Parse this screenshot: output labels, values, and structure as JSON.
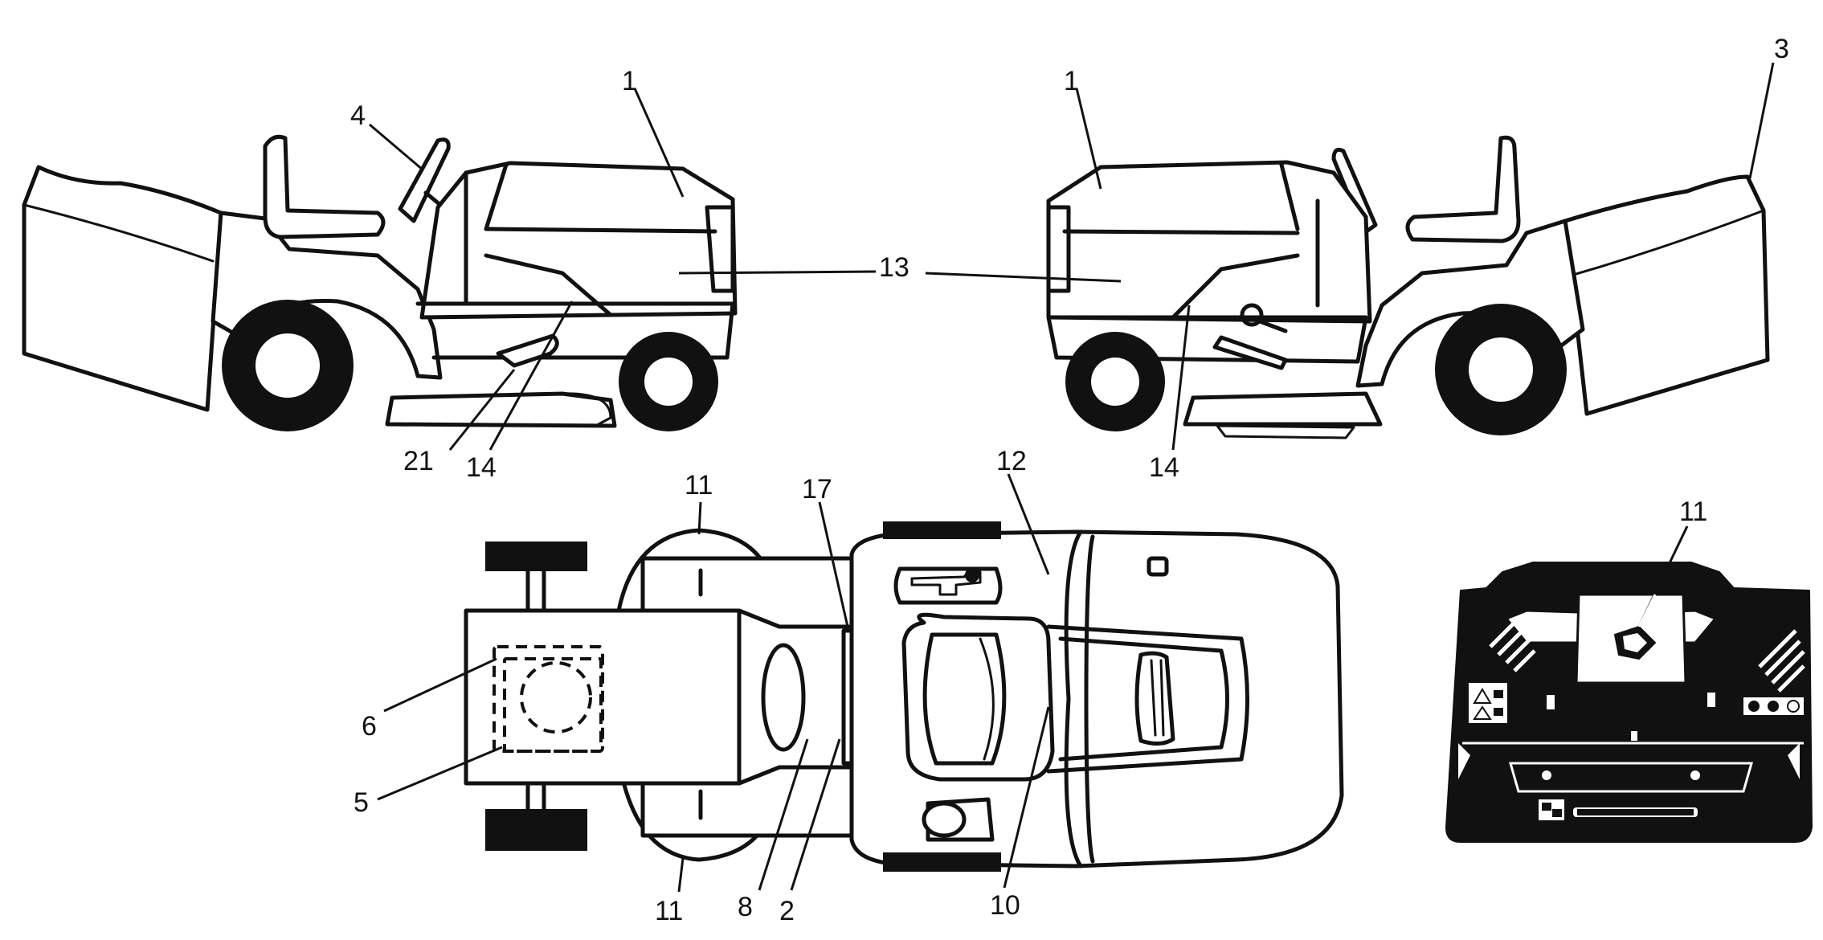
{
  "callouts": {
    "left_view": {
      "c1": "1",
      "c4": "4",
      "c13": "13",
      "c21": "21",
      "c14": "14"
    },
    "right_view": {
      "c1": "1",
      "c3": "3",
      "c14": "14"
    },
    "top_view": {
      "c11_top": "11",
      "c17": "17",
      "c12": "12",
      "c6": "6",
      "c5": "5",
      "c11_bottom": "11",
      "c8": "8",
      "c2": "2",
      "c10": "10"
    },
    "collector_view": {
      "c11": "11"
    }
  }
}
